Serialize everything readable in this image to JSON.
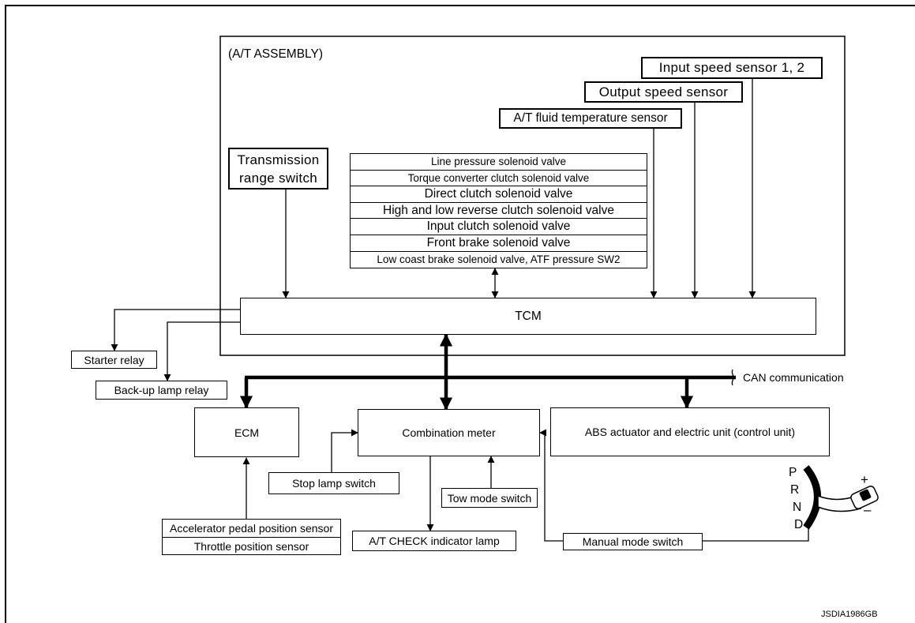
{
  "assembly_label": "(A/T ASSEMBLY)",
  "sensors": {
    "input_speed": "Input speed sensor 1, 2",
    "output_speed": "Output speed sensor",
    "fluid_temp": "A/T fluid temperature sensor"
  },
  "range_switch": {
    "line1": "Transmission",
    "line2": "range switch"
  },
  "valves": [
    "Line pressure solenoid valve",
    "Torque converter clutch solenoid valve",
    "Direct clutch solenoid valve",
    "High and low reverse clutch solenoid valve",
    "Input clutch solenoid valve",
    "Front brake solenoid valve",
    "Low coast brake solenoid valve, ATF pressure SW2"
  ],
  "tcm": "TCM",
  "starter_relay": "Starter relay",
  "backup_lamp_relay": "Back-up lamp relay",
  "can_label": "CAN communication",
  "ecm": "ECM",
  "combination_meter": "Combination meter",
  "abs": "ABS actuator and electric unit (control unit)",
  "stop_lamp_switch": "Stop lamp switch",
  "tow_mode_switch": "Tow mode switch",
  "accel_sensor": "Accelerator pedal position sensor",
  "throttle_sensor": "Throttle position sensor",
  "check_lamp": "A/T CHECK indicator lamp",
  "manual_mode_switch": "Manual mode switch",
  "shifter": {
    "p": "P",
    "r": "R",
    "n": "N",
    "d": "D",
    "plus": "+",
    "minus": "–"
  },
  "figure_id": "JSDIA1986GB"
}
